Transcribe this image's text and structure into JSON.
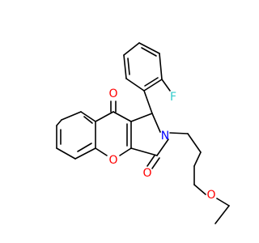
{
  "atoms": {
    "o_ketone": {
      "symbol": "O",
      "color": "#ff0000"
    },
    "o_lactam": {
      "symbol": "O",
      "color": "#ff0000"
    },
    "o_ring": {
      "symbol": "O",
      "color": "#ff0000"
    },
    "o_ether": {
      "symbol": "O",
      "color": "#ff0000"
    },
    "n_ring": {
      "symbol": "N",
      "color": "#0000ff"
    },
    "fluorine": {
      "symbol": "F",
      "color": "#33cccc"
    }
  },
  "colors": {
    "bond": "#000000",
    "background": "#ffffff"
  }
}
